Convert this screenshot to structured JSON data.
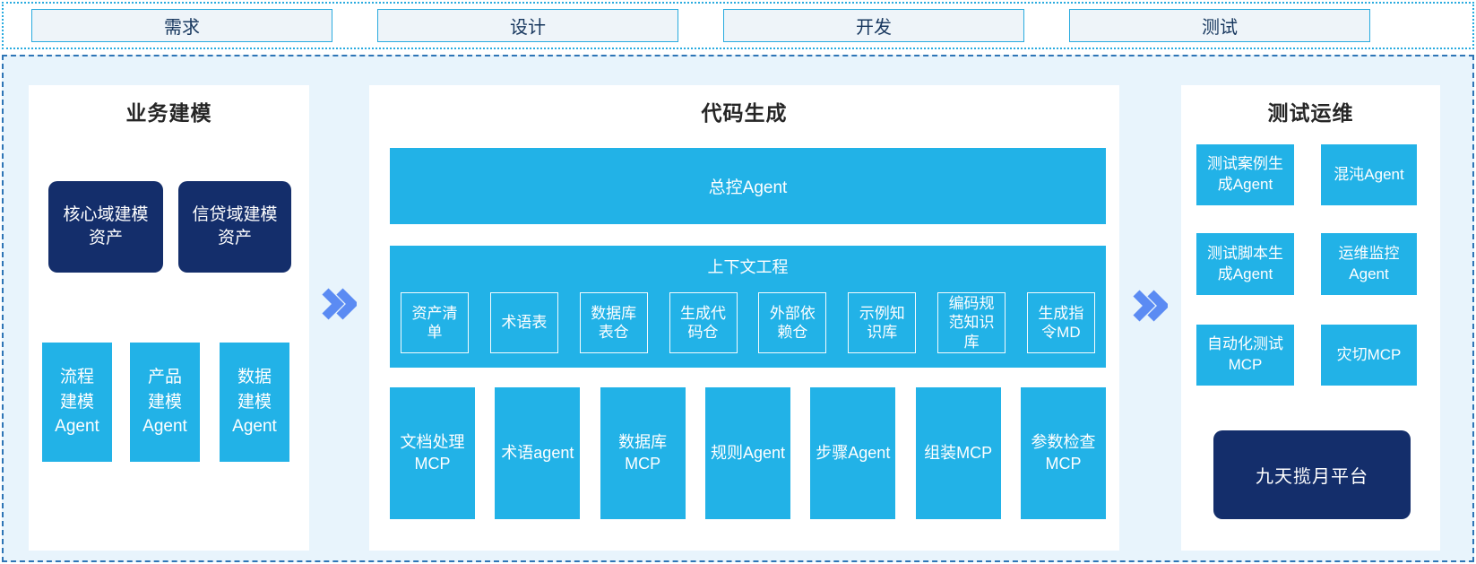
{
  "phases": [
    "需求",
    "设计",
    "开发",
    "测试"
  ],
  "colors": {
    "cyan": "#22b2e7",
    "navy": "#142e6b",
    "arrow": "#5b8bf3",
    "stage-bg": "#e8f4fc",
    "stage-border": "#2e75b6",
    "phase-border": "#2aabdf",
    "phase-fill": "#eef4f9",
    "phase-text": "#17375e",
    "title-text": "#262626"
  },
  "business": {
    "title": "业务建模",
    "assets": [
      "核心域建模资产",
      "信贷域建模资产"
    ],
    "agents": [
      "流程建模Agent",
      "产品建模Agent",
      "数据建模Agent"
    ]
  },
  "codegen": {
    "title": "代码生成",
    "master": "总控Agent",
    "context_title": "上下文工程",
    "context_items": [
      "资产清单",
      "术语表",
      "数据库表仓",
      "生成代码仓",
      "外部依赖仓",
      "示例知识库",
      "编码规范知识库",
      "生成指令MD"
    ],
    "tools": [
      "文档处理MCP",
      "术语agent",
      "数据库MCP",
      "规则Agent",
      "步骤Agent",
      "组装MCP",
      "参数检查MCP"
    ]
  },
  "testops": {
    "title": "测试运维",
    "agents": [
      "测试案例生成Agent",
      "混沌Agent",
      "测试脚本生成Agent",
      "运维监控Agent",
      "自动化测试MCP",
      "灾切MCP"
    ],
    "platform": "九天揽月平台"
  }
}
